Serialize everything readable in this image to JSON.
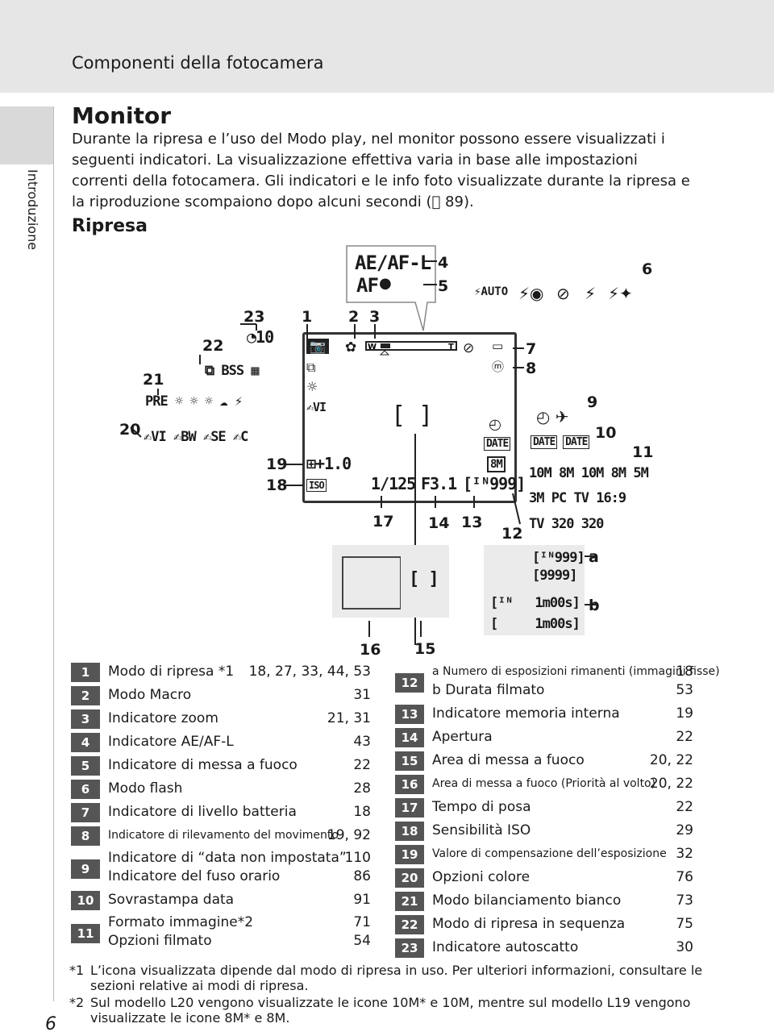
{
  "header": {
    "title": "Componenti della fotocamera"
  },
  "side_tab": "Introduzione",
  "page_number": "6",
  "section_title": "Monitor",
  "intro": "Durante la ripresa e l’uso del Modo play, nel monitor possono essere visualizzati i seguenti indicatori. La visualizzazione effettiva varia in base alle impostazioni correnti della fotocamera. Gli indicatori e le info foto visualizzate durante la ripresa e la riproduzione scompaiono dopo alcuni secondi ( 89).",
  "subsection": "Ripresa",
  "diagram": {
    "ae_af_l": "AE/AF-L",
    "af": "AF",
    "exposure_comp": "+1.0",
    "iso": "ISO",
    "shutter": "1/125",
    "aperture": "F3.1",
    "exposures": "999",
    "remaining_a1": "999",
    "remaining_a2": "9999",
    "duration_b1": "1m00s",
    "duration_b2": "1m00s",
    "sizes_row1": [
      "10M",
      "8M",
      "10M",
      "8M",
      "5M"
    ],
    "sizes_row2": [
      "3M",
      "PC",
      "TV",
      "16:9"
    ],
    "movie_row": [
      "TV",
      "320",
      "320"
    ],
    "date_a": "DATE",
    "date_b": "DATE",
    "date_c": "DATE",
    "color_opts": [
      "VI",
      "BW",
      "SE",
      "C"
    ],
    "pre": "PRE",
    "bss": "BSS",
    "timer": "10",
    "flash_auto": "AUTO",
    "small_8m": "8M",
    "small_vi": "VI",
    "labels": [
      "1",
      "2",
      "3",
      "4",
      "5",
      "6",
      "7",
      "8",
      "9",
      "10",
      "11",
      "12",
      "13",
      "14",
      "15",
      "16",
      "17",
      "18",
      "19",
      "20",
      "21",
      "22",
      "23"
    ],
    "label_a": "a",
    "label_b": "b"
  },
  "legend_left": [
    {
      "n": "1",
      "text": "Modo di ripresa *1",
      "pages": "18, 27, 33, 44, 53"
    },
    {
      "n": "2",
      "text": "Modo Macro",
      "pages": "31"
    },
    {
      "n": "3",
      "text": "Indicatore zoom",
      "pages": "21, 31"
    },
    {
      "n": "4",
      "text": "Indicatore AE/AF-L",
      "pages": "43"
    },
    {
      "n": "5",
      "text": "Indicatore di messa a fuoco",
      "pages": "22"
    },
    {
      "n": "6",
      "text": "Modo flash",
      "pages": "28"
    },
    {
      "n": "7",
      "text": "Indicatore di livello batteria",
      "pages": "18"
    },
    {
      "n": "8",
      "text": "Indicatore di rilevamento del movimento",
      "pages": "19, 92"
    },
    {
      "n": "9",
      "text": "Indicatore di “data non impostata”",
      "pages": "110",
      "text2": "Indicatore del fuso orario",
      "pages2": "86"
    },
    {
      "n": "10",
      "text": "Sovrastampa data",
      "pages": "91"
    },
    {
      "n": "11",
      "text": "Formato immagine*2",
      "pages": "71",
      "text2": "Opzioni filmato",
      "pages2": "54"
    }
  ],
  "legend_right": [
    {
      "n": "12",
      "text": "a  Numero di esposizioni rimanenti (immagini fisse)",
      "pages": "18",
      "text2": "b  Durata filmato",
      "pages2": "53"
    },
    {
      "n": "13",
      "text": "Indicatore memoria interna",
      "pages": "19"
    },
    {
      "n": "14",
      "text": "Apertura",
      "pages": "22"
    },
    {
      "n": "15",
      "text": "Area di messa a fuoco",
      "pages": "20, 22"
    },
    {
      "n": "16",
      "text": "Area di messa a fuoco (Priorità al volto)",
      "pages": "20, 22"
    },
    {
      "n": "17",
      "text": "Tempo di posa",
      "pages": "22"
    },
    {
      "n": "18",
      "text": "Sensibilità ISO",
      "pages": "29"
    },
    {
      "n": "19",
      "text": "Valore di compensazione dell’esposizione",
      "pages": "32"
    },
    {
      "n": "20",
      "text": "Opzioni colore",
      "pages": "76"
    },
    {
      "n": "21",
      "text": "Modo bilanciamento bianco",
      "pages": "73"
    },
    {
      "n": "22",
      "text": "Modo di ripresa in sequenza",
      "pages": "75"
    },
    {
      "n": "23",
      "text": "Indicatore autoscatto",
      "pages": "30"
    }
  ],
  "footnotes": [
    {
      "mark": "*1",
      "text": "L’icona visualizzata dipende dal modo di ripresa in uso. Per ulteriori informazioni, consultare le sezioni relative ai modi di ripresa."
    },
    {
      "mark": "*2",
      "text": "Sul modello L20 vengono visualizzate le icone 10M* e 10M, mentre sul modello L19 vengono visualizzate le icone 8M* e 8M."
    }
  ]
}
